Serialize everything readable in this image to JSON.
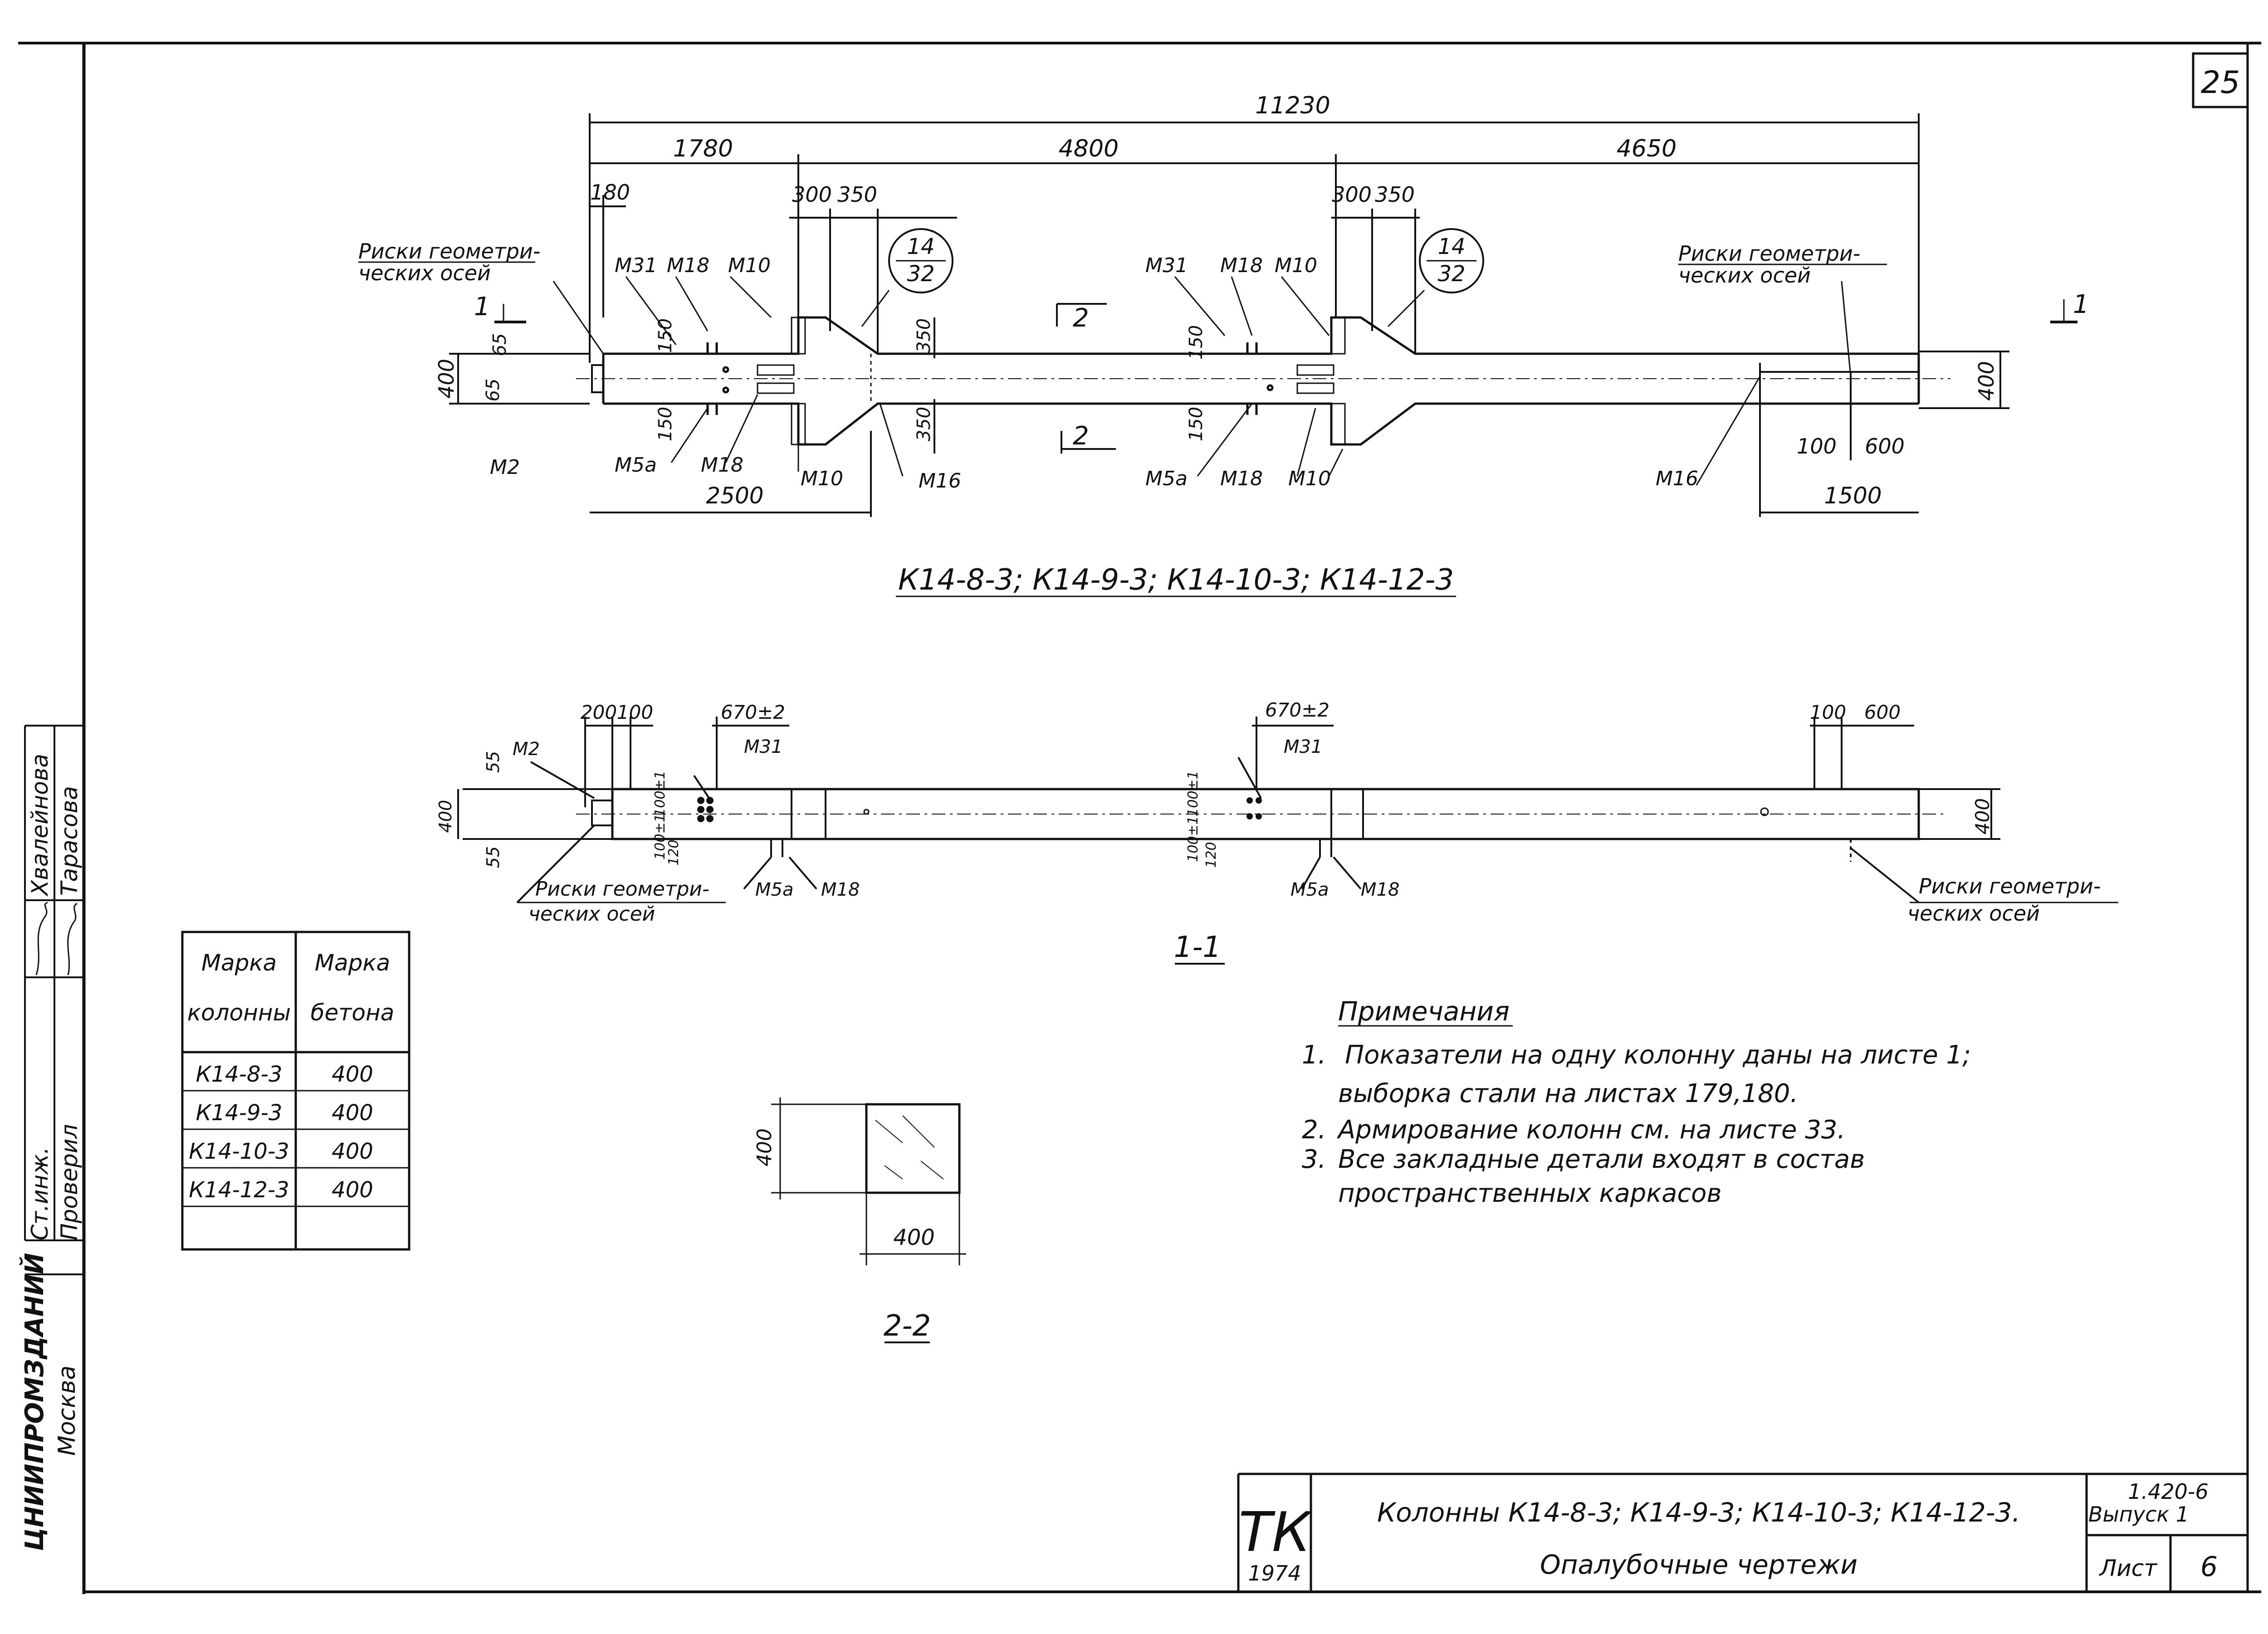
{
  "sheet_number": "25",
  "main_view": {
    "dims": {
      "overall": "11230",
      "left": "1780",
      "middle": "4800",
      "right": "4650",
      "d180": "180",
      "d300a": "300",
      "d350a": "350",
      "d300b": "300",
      "d350b": "350",
      "d400_left": "400",
      "d65a": "65",
      "d65b": "65",
      "d150_ul": "150",
      "d150_ll": "150",
      "d350_up": "350",
      "d350_lo": "350",
      "d150_um": "150",
      "d150_lm": "150",
      "d400_right": "400",
      "d100": "100",
      "d600": "600",
      "d1500": "1500",
      "d2500": "2500"
    },
    "node_ref_1": {
      "top": "14",
      "bottom": "32"
    },
    "node_ref_2": {
      "top": "14",
      "bottom": "32"
    },
    "axes_note_left": [
      "Риски геометри-",
      "ческих осей"
    ],
    "axes_note_right": [
      "Риски геометри-",
      "ческих осей"
    ],
    "marks_top_left": [
      "М31",
      "М18",
      "М10"
    ],
    "marks_top_mid": [
      "М31",
      "М18",
      "М10"
    ],
    "marks_bottom": [
      "М2",
      "М5а",
      "М18",
      "М10",
      "М16",
      "М5а",
      "М18",
      "М10",
      "М16"
    ],
    "section_1": "1",
    "section_1_right": "1",
    "section_2_top": "2",
    "section_2_bottom": "2",
    "title": "К14-8-3; К14-9-3; К14-10-3; К14-12-3"
  },
  "view_1_1": {
    "dims": {
      "d200": "200",
      "d100": "100",
      "d670a": "670±2",
      "d670b": "670±2",
      "d100r": "100",
      "d600r": "600",
      "d55": "55",
      "d400l": "400",
      "d55b": "55",
      "d400r": "400",
      "v_100_1a": "100±1",
      "v_100_1b": "100±1",
      "v_100_1c": "100±1",
      "v_100_1d": "100±1",
      "v_120a": "120",
      "v_120b": "120"
    },
    "marks": [
      "М2",
      "М31",
      "М31",
      "М5а",
      "М18",
      "М5а",
      "М18"
    ],
    "axes_note_left": [
      "Риски геометри-",
      "ческих осей"
    ],
    "axes_note_right": [
      "Риски геометри-",
      "ческих осей"
    ],
    "title": "1-1"
  },
  "section_2_2": {
    "dim_w": "400",
    "dim_h": "400",
    "title": "2-2"
  },
  "concrete_table": {
    "headers": [
      [
        "Марка",
        "колонны"
      ],
      [
        "Марка",
        "бетона"
      ]
    ],
    "rows": [
      [
        "К14-8-3",
        "400"
      ],
      [
        "К14-9-3",
        "400"
      ],
      [
        "К14-10-3",
        "400"
      ],
      [
        "К14-12-3",
        "400"
      ],
      [
        "",
        ""
      ]
    ]
  },
  "notes": {
    "heading": "Примечания",
    "items": [
      [
        "1.",
        "Показатели на одну колонну даны на листе 1;"
      ],
      [
        "",
        "выборка стали на листах 179,180."
      ],
      [
        "2.",
        "Армирование колонн см. на листе 33."
      ],
      [
        "3.",
        "Все закладные детали входят в состав"
      ],
      [
        "",
        "пространственных каркасов"
      ]
    ]
  },
  "left_stamp": {
    "roles": [
      "Ст.инж.",
      "Проверил"
    ],
    "names": [
      "Хвалейнова",
      "Тарасова"
    ],
    "org": [
      "ЦНИИПРОМЗДАНИЙ",
      "Москва"
    ]
  },
  "title_block": {
    "logo": "ТК",
    "year": "1974",
    "title_line1": "Колонны К14-8-3; К14-9-3; К14-10-3; К14-12-3.",
    "title_line2": "Опалубочные чертежи",
    "series": "1.420-6",
    "issue": "Выпуск 1",
    "sheet_label": "Лист",
    "sheet_no": "6"
  }
}
